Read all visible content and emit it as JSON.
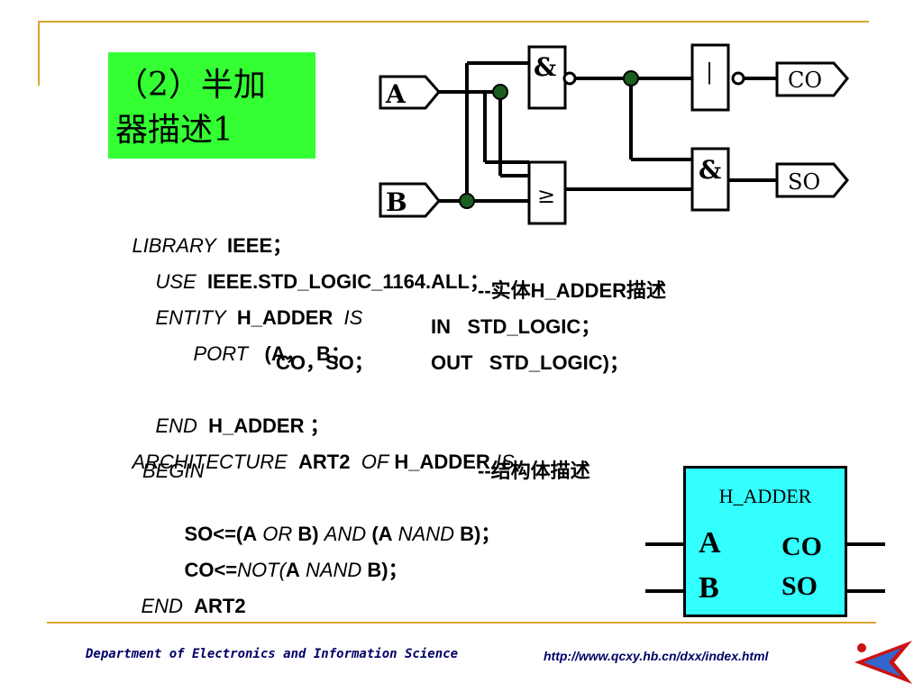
{
  "title": {
    "line1": "（2）半加",
    "line2": "器描述1"
  },
  "code": {
    "l1_kw": "LIBRARY",
    "l1_b": "IEEE；",
    "l2_kw": "USE",
    "l2_b": "IEEE.STD_LOGIC_1164.ALL；",
    "l3_kw": "ENTITY",
    "l3_b": "H_ADDER",
    "l3_kw2": "IS",
    "l3_comment": "--实体H_ADDER描述",
    "l4_kw": "PORT",
    "l4_b1": "(A，  B；",
    "l4_b2": "IN   STD_LOGIC；",
    "l5_b1": "CO，SO；",
    "l5_b2": "OUT   STD_LOGIC)；",
    "l6_kw": "END",
    "l6_b": "H_ADDER ；",
    "l7_kw": "ARCHITECTURE",
    "l7_b": "ART2",
    "l7_kw2": "OF",
    "l7_b2": "H_ADDER",
    "l7_kw3": "IS",
    "l8_kw": "BEGIN",
    "l8_comment": "--结构体描述",
    "l9_b1": "SO<=(A",
    "l9_kw1": "OR",
    "l9_b2": "B)",
    "l9_kw2": "AND",
    "l9_b3": "(A",
    "l9_kw3": "NAND",
    "l9_b4": "B)；",
    "l10_b1": "CO<=",
    "l10_kw1": "NOT(",
    "l10_b2": "A",
    "l10_kw2": "NAND",
    "l10_b3": "B)；",
    "l11_kw": "END",
    "l11_b": "ART2"
  },
  "circuit": {
    "input_a": "A",
    "input_b": "B",
    "gate_and_top": "&",
    "gate_or": "≥",
    "gate_not": "|",
    "gate_and_out": "&",
    "output_co": "CO",
    "output_so": "SO"
  },
  "entity": {
    "name": "H_ADDER",
    "pin_a": "A",
    "pin_b": "B",
    "pin_co": "CO",
    "pin_so": "SO"
  },
  "footer": {
    "department": "Department of Electronics and Information Science",
    "url": "http://www.qcxy.hb.cn/dxx/index.html"
  },
  "colors": {
    "frame": "#d9a52e",
    "title_bg": "#33ff33",
    "entity_bg": "#33ffff",
    "wire_dot": "#1b5e20",
    "footer_text": "#000066"
  }
}
